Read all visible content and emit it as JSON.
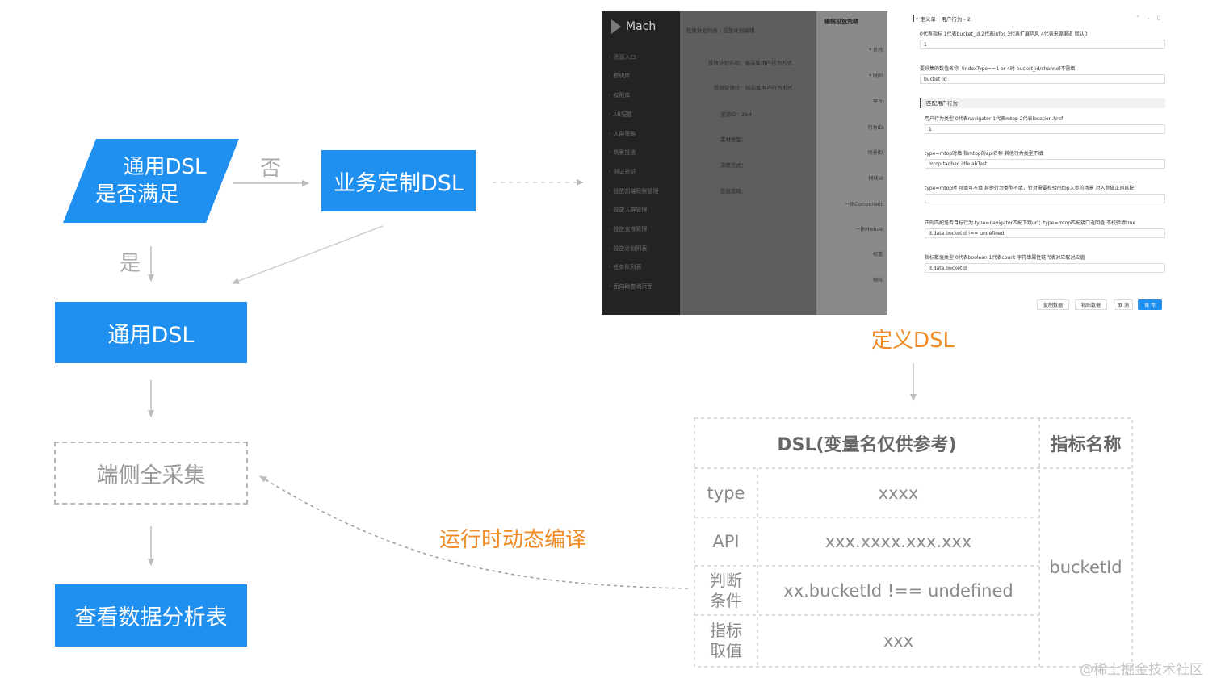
{
  "flow": {
    "decision": {
      "line1": "通用DSL",
      "line2": "是否满足"
    },
    "no_label": "否",
    "yes_label": "是",
    "custom_dsl": "业务定制DSL",
    "general_dsl": "通用DSL",
    "full_collect": "端侧全采集",
    "view_table": "查看数据分析表",
    "runtime_compile": "运行时动态编译",
    "define_dsl": "定义DSL"
  },
  "screenshot": {
    "app_name": "Mach",
    "sidebar_items": [
      "资源入口",
      "模块库",
      "权限库",
      "AB配置",
      "人群策略",
      "场景投放",
      "测试验证",
      "投放前端观察管理",
      "投放入群管理",
      "投放支撑管理",
      "投放计划列表",
      "任务队列表",
      "面向助查询页面"
    ],
    "breadcrumb": "投放计划列表 / 投放计划编辑",
    "mid_rows": [
      "投放计划名称：端采集用户行为形式",
      "投放资源位：端采集用户行为形式",
      "资源ID：264",
      "素材类型：",
      "决策方式：",
      "投放策略："
    ],
    "form_title": "编辑投放策略",
    "form_labels": [
      "* 名称:",
      "* 时间:",
      "平台:",
      "行为ID:",
      "场景ID:",
      "模块id:",
      "一休Component:",
      "一休Module:",
      "权重:",
      "物料:"
    ],
    "panel_title": "* 定义单一用户行为 - 2",
    "fields": [
      {
        "label": "0代表指标 1代表bucket_id 2代表infos 3代表扩展信息 4代表来源渠道 默认0",
        "value": "1"
      },
      {
        "label": "要采集的数值名称（indexType==1 or 4时 bucket_id/channel不需填）",
        "value": "bucket_id"
      }
    ],
    "section_title": "匹配用户行为",
    "section_fields": [
      {
        "label": "用户行为类型 0代表navigator 1代表mtop 2代表location.href",
        "value": "1"
      },
      {
        "label": "type=mtop时填 指mtop的api名称 其他行为类型不填",
        "value": "mtop.taobao.idle.abTest"
      },
      {
        "label": "type=mtop时 可填可不填 其他行为类型不填，针对需要校验mtop入参的场景 对入参做正则匹配",
        "value": ""
      },
      {
        "label": "正则匹配是否目标行为 type=navigator匹配下跳url；type=mtop匹配接口返回值 不校验填true",
        "value": "d.data.bucketId !== undefined"
      },
      {
        "label": "指标数值类型 0代表boolean 1代表count 字符串属性链代表对应取对应值",
        "value": "d.data.bucketId"
      }
    ],
    "buttons": {
      "copy": "复制数据",
      "paste": "粘贴数据",
      "cancel": "取 消",
      "save": "保 存"
    }
  },
  "table": {
    "header": {
      "dsl": "DSL(变量名仅供参考)",
      "metric": "指标名称"
    },
    "rows": [
      {
        "key": "type",
        "value": "xxxx"
      },
      {
        "key": "API",
        "value": "xxx.xxxx.xxx.xxx"
      },
      {
        "key": "判断\n条件",
        "key_l1": "判断",
        "key_l2": "条件",
        "value": "xx.bucketId !== undefined"
      },
      {
        "key_l1": "指标",
        "key_l2": "取值",
        "value": "xxx"
      }
    ],
    "metric_value": "bucketId"
  },
  "watermark": "@稀土掘金技术社区",
  "colors": {
    "accent": "#1f8ff0",
    "orange": "#f08a24",
    "gray_text": "#aaaaaa",
    "dashed": "#b8b8b8"
  }
}
